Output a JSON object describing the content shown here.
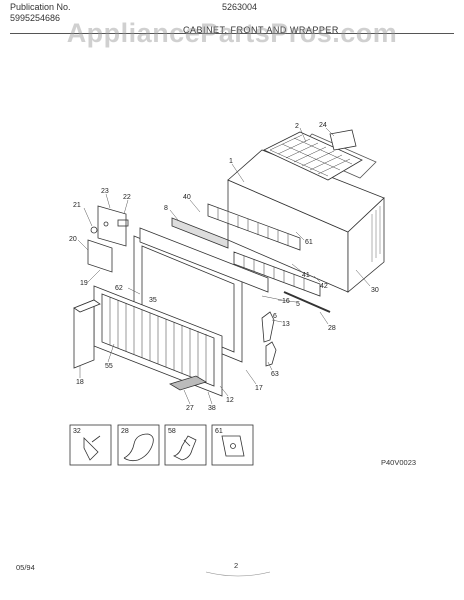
{
  "header": {
    "publication_label": "Publication No.",
    "publication_number": "5995254686",
    "document_code": "5263004",
    "section_title": "CABINET, FRONT AND WRAPPER"
  },
  "watermark": "AppliancePartsPros.com",
  "callouts": [
    "1",
    "2",
    "24",
    "23",
    "22",
    "21",
    "20",
    "19",
    "40",
    "8",
    "30",
    "61",
    "41",
    "42",
    "62",
    "16",
    "5",
    "13",
    "28",
    "55",
    "18",
    "27",
    "38",
    "12",
    "17",
    "63",
    "6",
    "35"
  ],
  "inset_parts": [
    "32",
    "28",
    "58",
    "61"
  ],
  "drawing_code": "P40V0023",
  "footer": {
    "date": "05/94",
    "page": "2"
  }
}
